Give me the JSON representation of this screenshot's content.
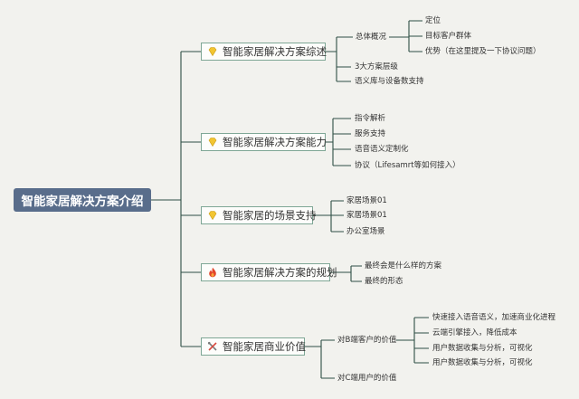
{
  "root": "智能家居解决方案介绍",
  "branches": [
    {
      "label": "智能家居解决方案综述",
      "icon": "gem-icon",
      "children": [
        {
          "label": "总体概况",
          "children": [
            "定位",
            "目标客户群体",
            "优势（在这里提及一下协议问题）"
          ]
        },
        {
          "label": "3大方案层级"
        },
        {
          "label": "语义库与设备数支持"
        }
      ]
    },
    {
      "label": "智能家居解决方案能力",
      "icon": "gem-icon",
      "children": [
        {
          "label": "指令解析"
        },
        {
          "label": "服务支持"
        },
        {
          "label": "语音语义定制化"
        },
        {
          "label": "协议（Lifesamrt等如何接入）"
        }
      ]
    },
    {
      "label": "智能家居的场景支持",
      "icon": "gem-icon",
      "children": [
        {
          "label": "家居场景01"
        },
        {
          "label": "家居场景01"
        },
        {
          "label": "办公室场景"
        }
      ]
    },
    {
      "label": "智能家居解决方案的规划",
      "icon": "fire-icon",
      "children": [
        {
          "label": "最终会是什么样的方案"
        },
        {
          "label": "最终的形态"
        }
      ]
    },
    {
      "label": "智能家居商业价值",
      "icon": "tools-icon",
      "children": [
        {
          "label": "对B端客户的价值",
          "children": [
            "快速接入语音语义，加速商业化进程",
            "云端引擎接入，降低成本",
            "用户数据收集与分析，可视化",
            "用户数据收集与分析，可视化"
          ]
        },
        {
          "label": "对C端用户的价值"
        }
      ]
    }
  ],
  "colors": {
    "background": "#f2f2ee",
    "root": "#596d8b",
    "branch_border": "#7fa796",
    "line": "#2f4f45"
  }
}
